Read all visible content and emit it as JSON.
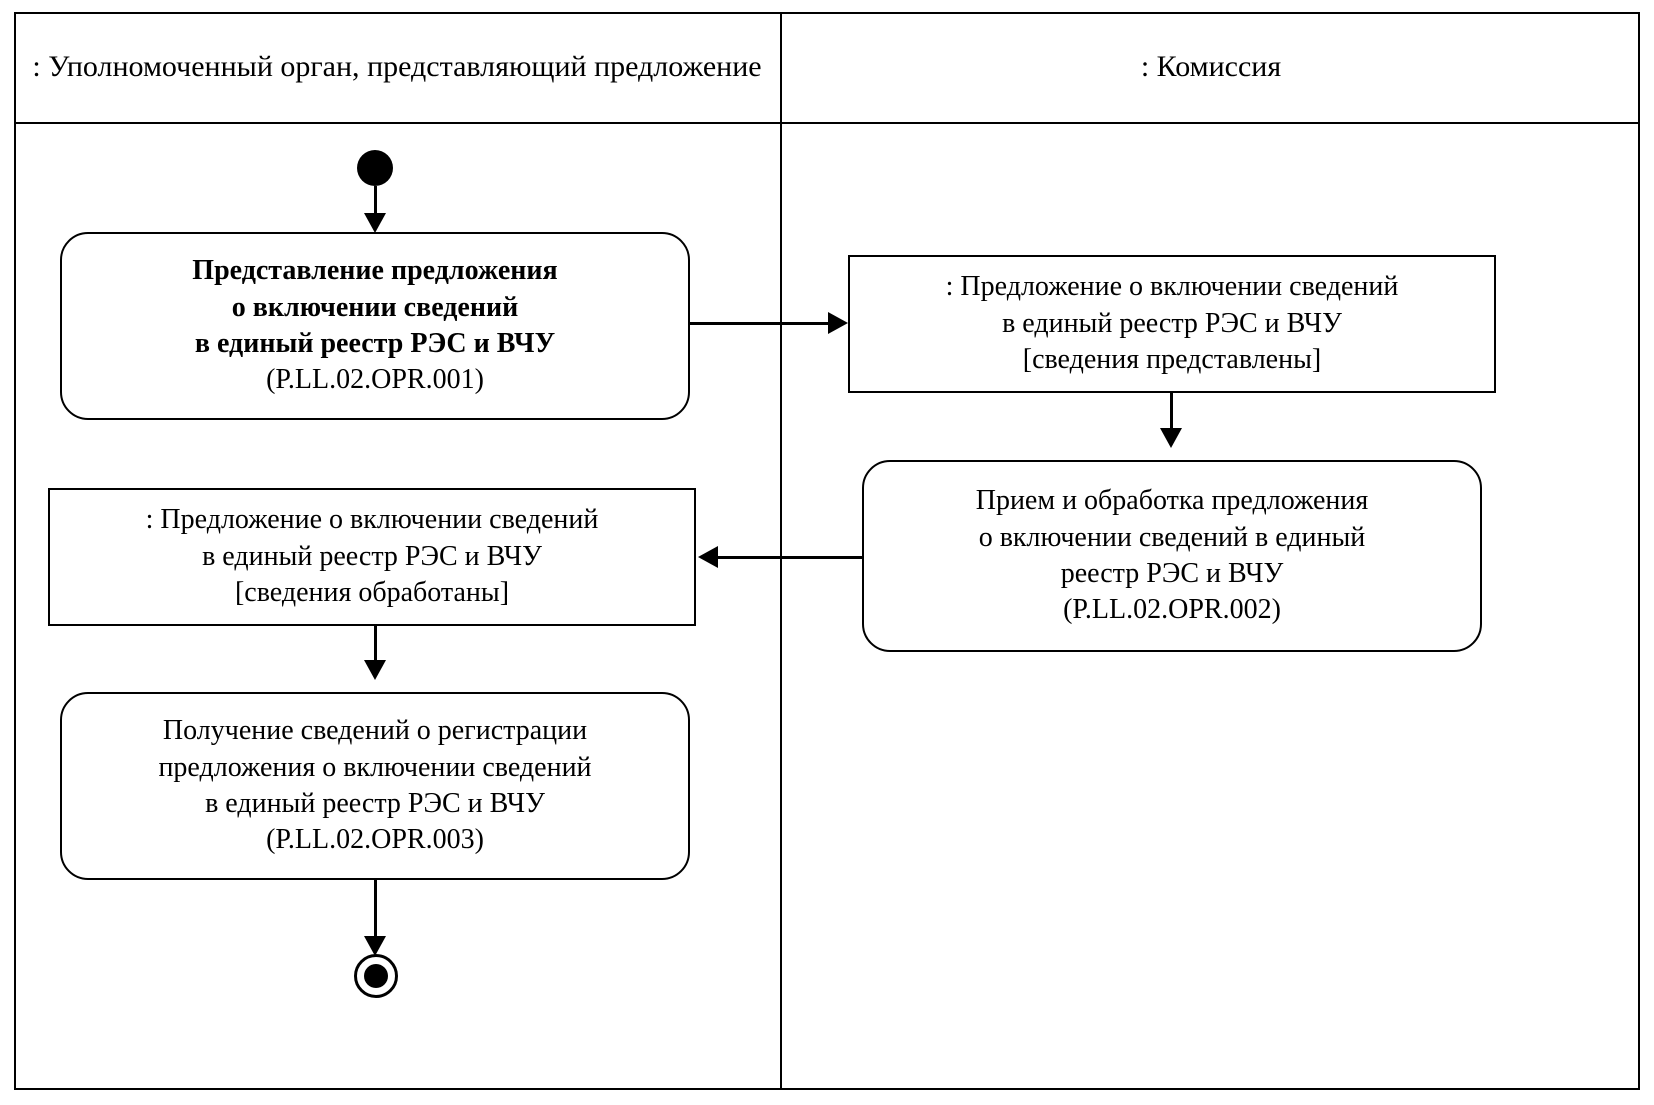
{
  "diagram": {
    "type": "uml-activity-diagram",
    "lanes": [
      {
        "id": "lane-left",
        "title": ": Уполномоченный орган, представляющий предложение",
        "title_line1": ": Уполномоченный орган,",
        "title_line2": "представляющий предложение"
      },
      {
        "id": "lane-right",
        "title": ": Комиссия",
        "title_line1": ": Комиссия",
        "title_line2": ""
      }
    ],
    "nodes": {
      "initial": {
        "kind": "initial-node",
        "lane": "lane-left"
      },
      "activity1": {
        "kind": "activity",
        "lane": "lane-left",
        "line1": "Представление предложения",
        "line2": "о включении сведений",
        "line3": "в единый реестр РЭС и ВЧУ",
        "line4": "(P.LL.02.OPR.001)",
        "code": "P.LL.02.OPR.001"
      },
      "object1": {
        "kind": "object-node",
        "lane": "lane-right",
        "line1": ": Предложение о включении сведений",
        "line2": "в единый реестр РЭС и ВЧУ",
        "line3": "[сведения представлены]",
        "state": "сведения представлены"
      },
      "activity2": {
        "kind": "activity",
        "lane": "lane-right",
        "line1": "Прием и обработка предложения",
        "line2": "о включении сведений в единый",
        "line3": "реестр РЭС и ВЧУ",
        "line4": "(P.LL.02.OPR.002)",
        "code": "P.LL.02.OPR.002"
      },
      "object2": {
        "kind": "object-node",
        "lane": "lane-left",
        "line1": ": Предложение о включении сведений",
        "line2": "в единый реестр РЭС и ВЧУ",
        "line3": "[сведения обработаны]",
        "state": "сведения обработаны"
      },
      "activity3": {
        "kind": "activity",
        "lane": "lane-left",
        "line1": "Получение сведений о регистрации",
        "line2": "предложения о включении сведений",
        "line3": "в единый реестр РЭС и ВЧУ",
        "line4": "(P.LL.02.OPR.003)",
        "code": "P.LL.02.OPR.003"
      },
      "final": {
        "kind": "final-node",
        "lane": "lane-left"
      }
    },
    "flows": [
      {
        "from": "initial",
        "to": "activity1",
        "direction": "down"
      },
      {
        "from": "activity1",
        "to": "object1",
        "direction": "right"
      },
      {
        "from": "object1",
        "to": "activity2",
        "direction": "down"
      },
      {
        "from": "activity2",
        "to": "object2",
        "direction": "left"
      },
      {
        "from": "object2",
        "to": "activity3",
        "direction": "down"
      },
      {
        "from": "activity3",
        "to": "final",
        "direction": "down"
      }
    ],
    "colors": {
      "stroke": "#000000",
      "background": "#ffffff",
      "text": "#000000"
    }
  }
}
